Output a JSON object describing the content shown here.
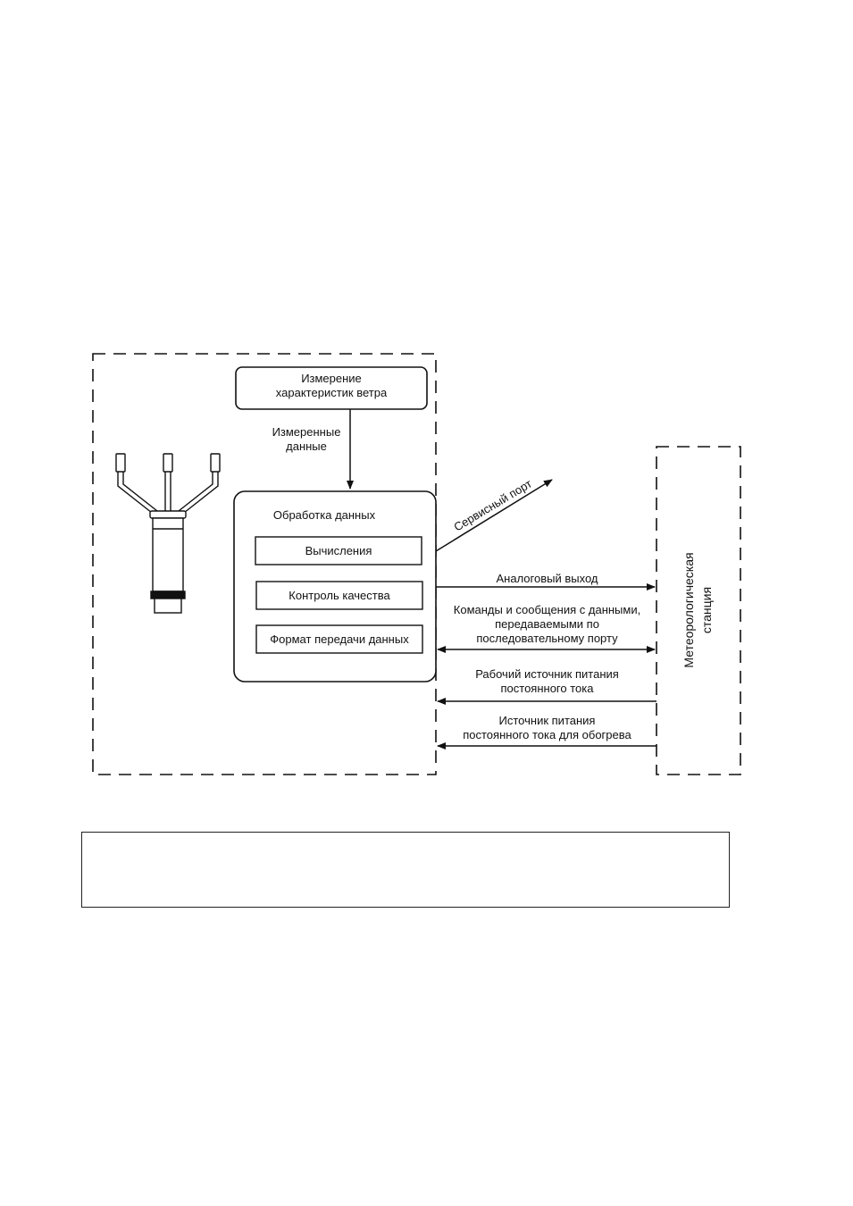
{
  "diagram": {
    "wind_measurement": [
      "Измерение",
      "характеристик ветра"
    ],
    "measured_data": [
      "Измеренные",
      "данные"
    ],
    "data_processing": "Обработка данных",
    "calculations": "Вычисления",
    "quality_control": "Контроль качества",
    "data_format": "Формат передачи данных",
    "service_port": "Сервисный порт",
    "analog_output": "Аналоговый выход",
    "serial_commands": [
      "Команды и сообщения с данными,",
      "передаваемыми по",
      "последовательному порту"
    ],
    "operating_power": [
      "Рабочий источник питания",
      "постоянного тока"
    ],
    "heating_power": [
      "Источник питания",
      "постоянного тока для обогрева"
    ],
    "weather_station": [
      "Метеорологическая",
      "станция"
    ]
  },
  "caption": ""
}
